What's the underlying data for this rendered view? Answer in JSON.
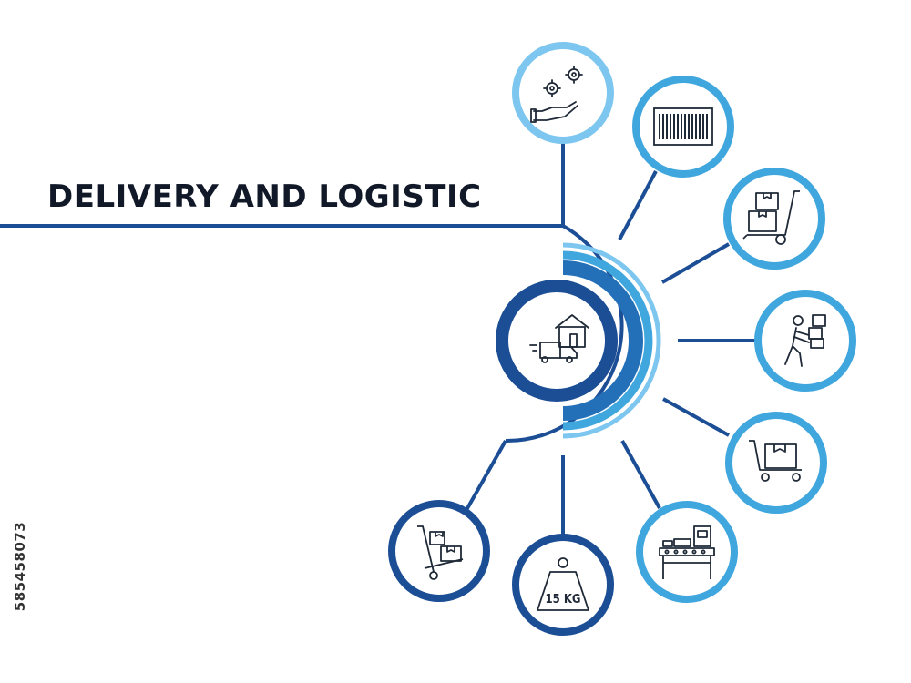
{
  "title": "DELIVERY AND LOGISTIC",
  "side_id": "585458073",
  "colors": {
    "dark_blue": "#1c4e96",
    "mid_blue": "#2470b8",
    "light_blue": "#3fa6de",
    "pale_blue": "#7cc6ef",
    "icon_stroke": "#1f2937",
    "title_text": "#111827"
  },
  "center_icon": "delivery-truck-house-icon",
  "weight_label": "15 KG",
  "nodes": [
    {
      "icon": "hand-gears-icon"
    },
    {
      "icon": "barcode-icon"
    },
    {
      "icon": "hand-truck-boxes-icon"
    },
    {
      "icon": "person-carrying-boxes-icon"
    },
    {
      "icon": "flatbed-trolley-box-icon"
    },
    {
      "icon": "conveyor-belt-icon"
    },
    {
      "icon": "weight-15kg-icon"
    },
    {
      "icon": "dolly-boxes-icon"
    }
  ]
}
